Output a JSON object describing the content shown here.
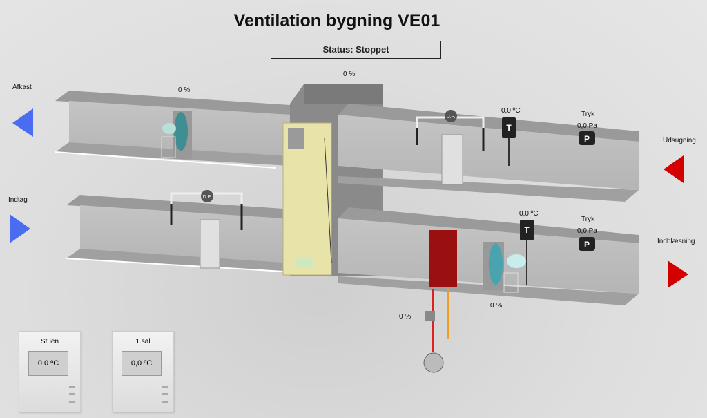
{
  "title": "Ventilation bygning VE01",
  "status": "Status: Stoppet",
  "labels": {
    "afkast": "Afkast",
    "indtag": "Indtag",
    "udsugning": "Udsugning",
    "indblaesning": "Indblæsning"
  },
  "values": {
    "wheel_pct": "0 %",
    "exhaust_fan_pct": "0 %",
    "supply_fan_pct": "0 %",
    "heating_valve_pct": "0 %",
    "exhaust_temp": "0,0 ºC",
    "supply_temp": "0,0 ºC",
    "exhaust_pressure_label": "Tryk",
    "exhaust_pressure": "0,0 Pa",
    "supply_pressure_label": "Tryk",
    "supply_pressure": "0,0 Pa"
  },
  "sensors": {
    "dp": "D.P.",
    "t": "T",
    "p": "P"
  },
  "thermostats": [
    {
      "name": "Stuen",
      "value": "0,0 ºC"
    },
    {
      "name": "1.sal",
      "value": "0,0 ºC"
    }
  ],
  "colors": {
    "arrow_in": "#4a6cf0",
    "arrow_out": "#d40000"
  }
}
